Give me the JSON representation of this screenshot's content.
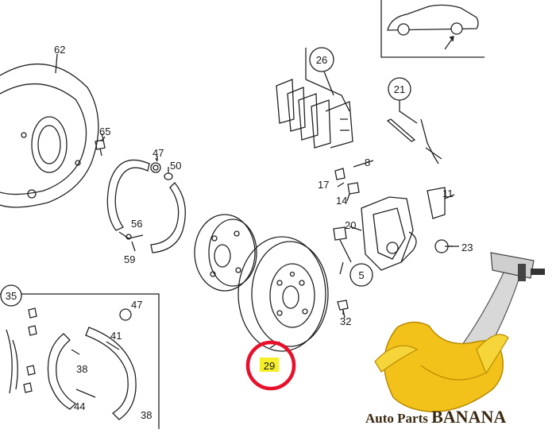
{
  "labels": {
    "l62": "62",
    "l65": "65",
    "l47a": "47",
    "l50": "50",
    "l56": "56",
    "l59": "59",
    "l26": "26",
    "l21": "21",
    "l8": "8",
    "l17": "17",
    "l14": "14",
    "l11": "11",
    "l20": "20",
    "l23": "23",
    "l5": "5",
    "l32": "32",
    "l35": "35",
    "l47b": "47",
    "l41": "41",
    "l38a": "38",
    "l44": "44",
    "l38b": "38",
    "l29": "29"
  },
  "highlight": {
    "part": "29",
    "ring_color": "#e8102a",
    "fill_color": "#f5ef2a"
  },
  "brand": {
    "text_small": "Auto Parts ",
    "text_big": "BANANA",
    "color": "#3a2a10",
    "banana_color": "#f2c21a"
  }
}
